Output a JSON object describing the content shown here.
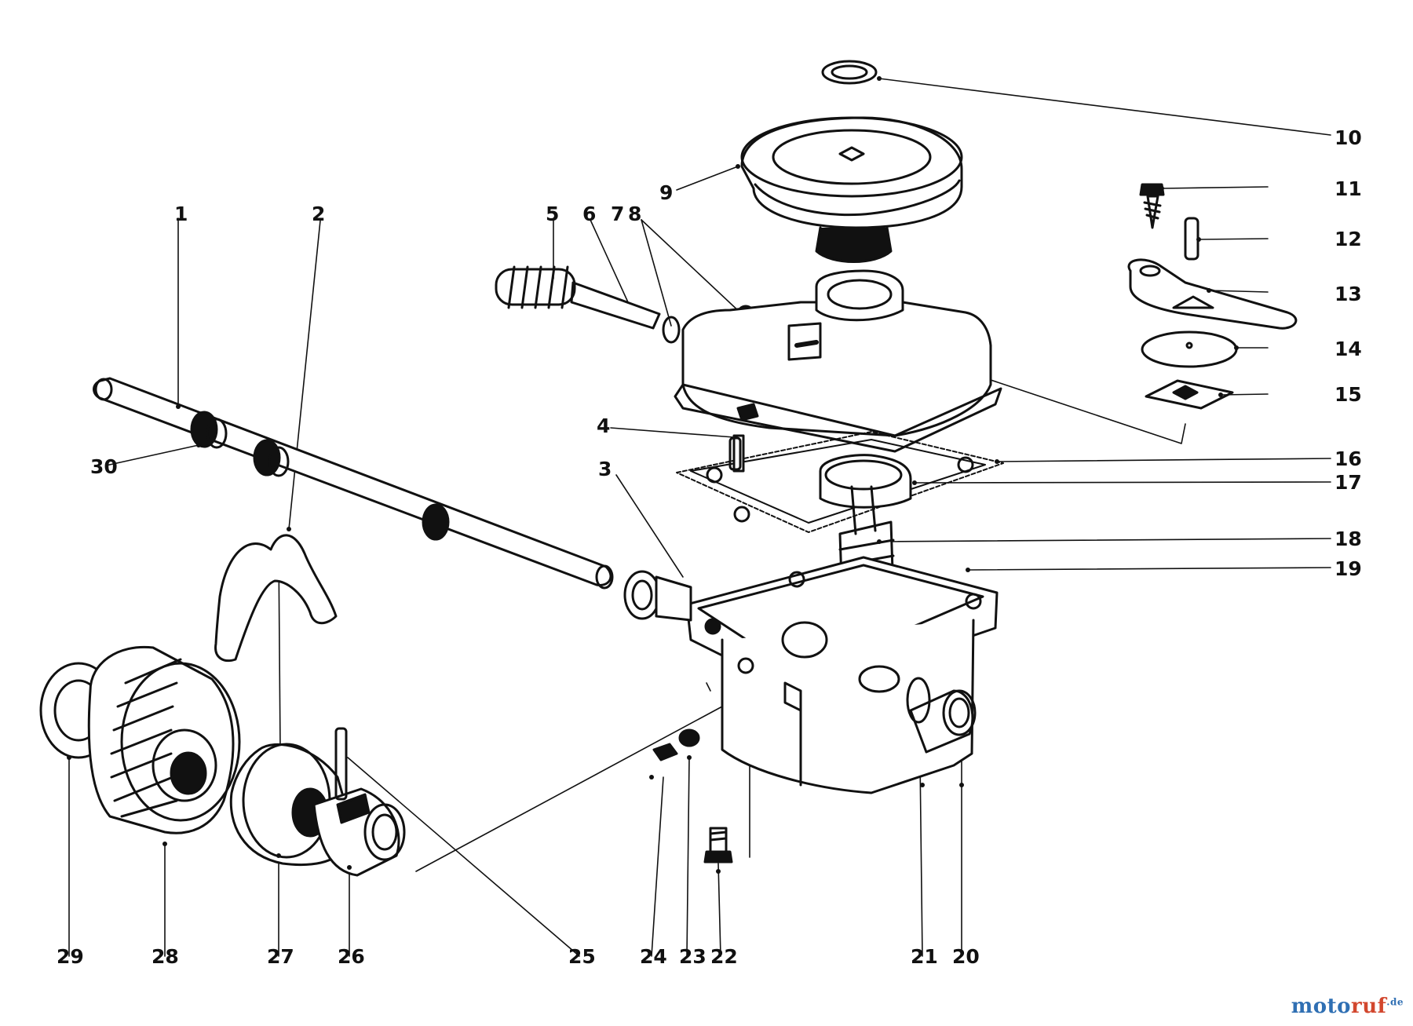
{
  "labels": {
    "1": "1",
    "2": "2",
    "3": "3",
    "4": "4",
    "5": "5",
    "6": "6",
    "7": "7",
    "8": "8",
    "9": "9",
    "10": "10",
    "11": "11",
    "12": "12",
    "13": "13",
    "14": "14",
    "15": "15",
    "16": "16",
    "17": "17",
    "18": "18",
    "19": "19",
    "20": "20",
    "21": "21",
    "22": "22",
    "23": "23",
    "24": "24",
    "25": "25",
    "26": "26",
    "27": "27",
    "28": "28",
    "29": "29",
    "30": "30"
  },
  "watermark": {
    "part1": "moto",
    "part2": "ruf",
    "suffix": ".de"
  }
}
